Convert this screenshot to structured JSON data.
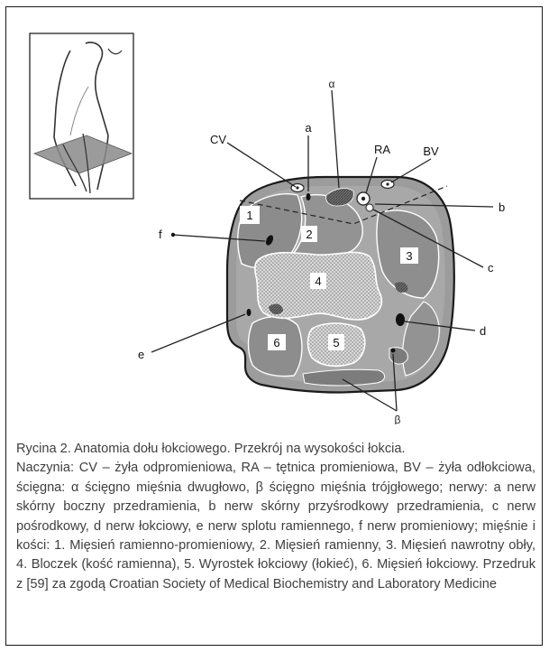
{
  "figure": {
    "labels": {
      "cv": "CV",
      "a": "a",
      "alpha": "α",
      "ra": "RA",
      "bv": "BV",
      "b": "b",
      "f": "f",
      "c": "c",
      "d": "d",
      "e": "e",
      "beta": "β",
      "m1": "1",
      "m2": "2",
      "m3": "3",
      "m4": "4",
      "m5": "5",
      "m6": "6"
    }
  },
  "caption": {
    "title": "Rycina 2. Anatomia dołu łokciowego. Przekrój na wysokości łokcia.",
    "body": "Naczynia: CV – żyła odpromieniowa, RA – tętnica promieniowa, BV – żyła odłokciowa, ścięgna: α ścięgno mięśnia dwugłowo, β ścięgno mięśnia trójgłowego; nerwy: a nerw skórny boczny przedramienia, b nerw skórny przyśrodkowy przedramienia, c nerw pośrodkowy, d nerw łokciowy, e nerw splotu ramiennego, f nerw promieniowy; mięśnie i kości: 1. Mięsień ramienno-promieniowy, 2. Mięsień ramienny, 3. Mięsień nawrotny obły, 4. Bloczek (kość ramienna), 5. Wyrostek łokciowy (łokieć), 6. Mięsień łokciowy. Przedruk z [59] za zgodą Croatian Society of Medical Biochemistry and Laboratory Medicine"
  }
}
